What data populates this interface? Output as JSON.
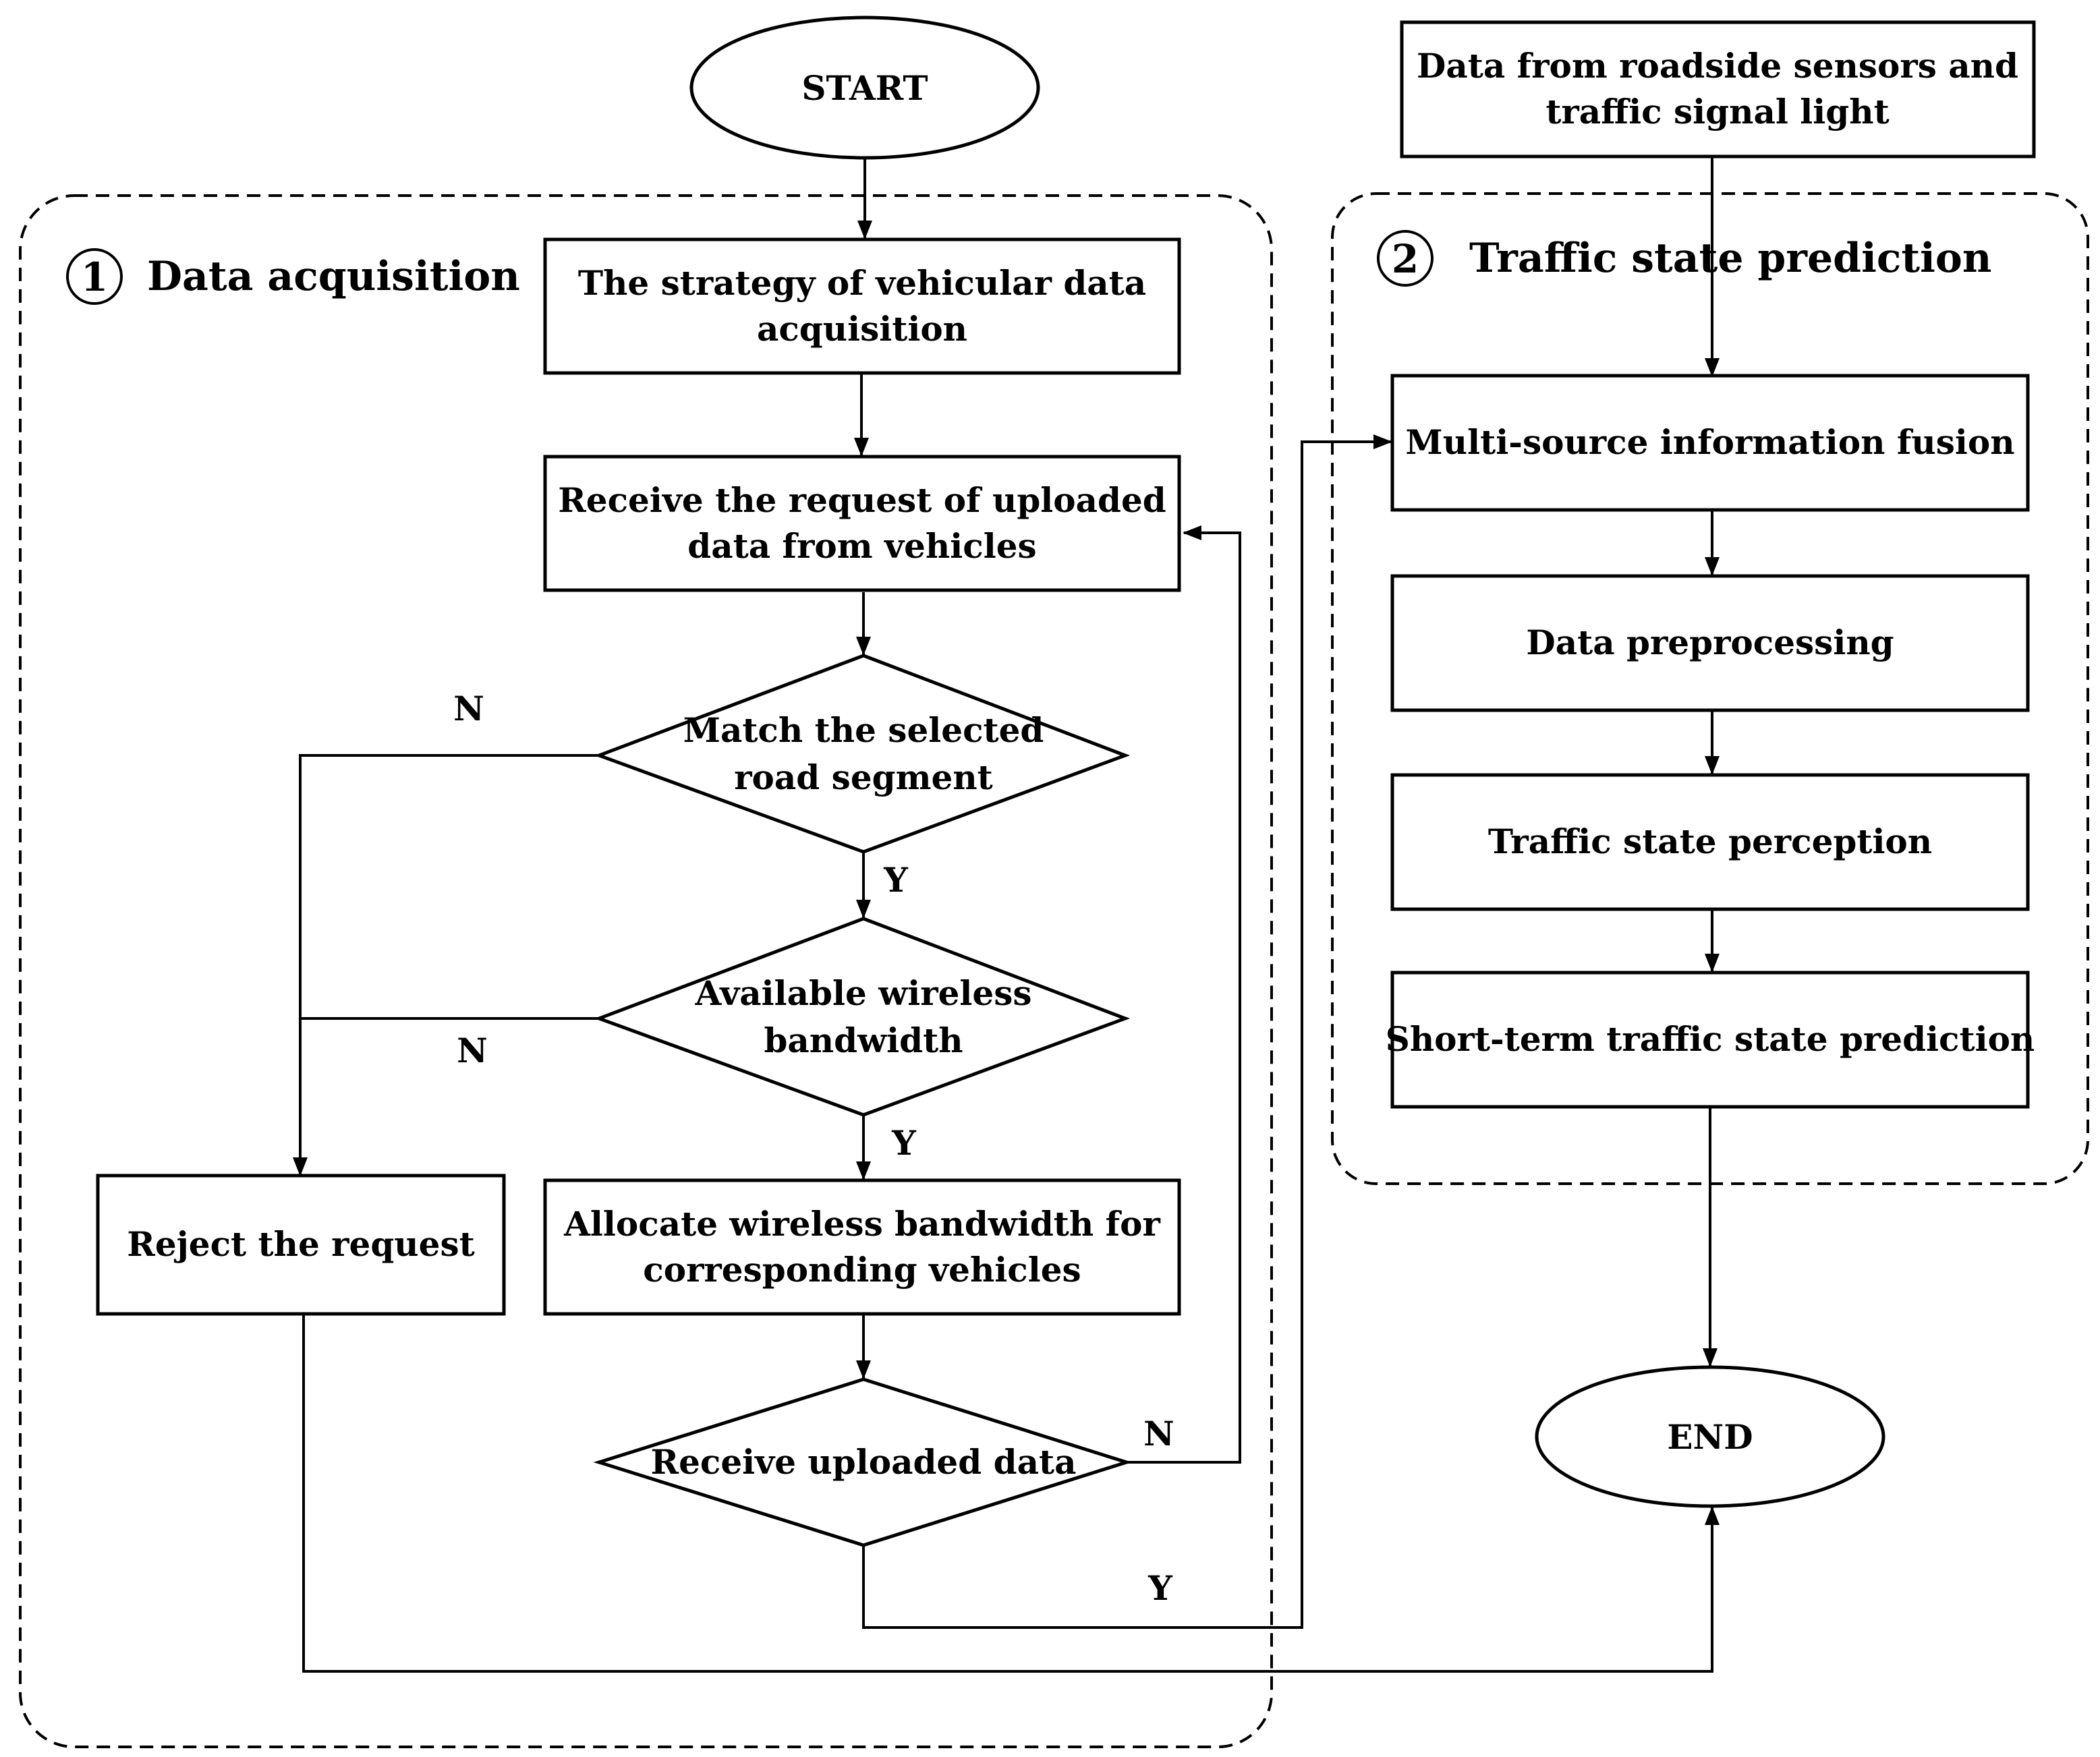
{
  "start": "START",
  "end": "END",
  "sensors": [
    "Data from roadside sensors and",
    "traffic signal light"
  ],
  "section1": {
    "number": "1",
    "title": "Data acquisition"
  },
  "section2": {
    "number": "2",
    "title": "Traffic state prediction"
  },
  "strategy": [
    "The strategy of vehicular data",
    "acquisition"
  ],
  "receive_request": [
    "Receive the request of uploaded",
    "data from vehicles"
  ],
  "match_segment": [
    "Match the selected",
    "road segment"
  ],
  "available_bandwidth": [
    "Available wireless",
    "bandwidth"
  ],
  "reject": "Reject the request",
  "allocate": [
    "Allocate wireless bandwidth for",
    "corresponding vehicles"
  ],
  "receive_uploaded": "Receive uploaded data",
  "fusion": "Multi-source information fusion",
  "preprocessing": "Data preprocessing",
  "perception": "Traffic state perception",
  "prediction": "Short-term traffic state prediction",
  "yes": "Y",
  "no": "N"
}
